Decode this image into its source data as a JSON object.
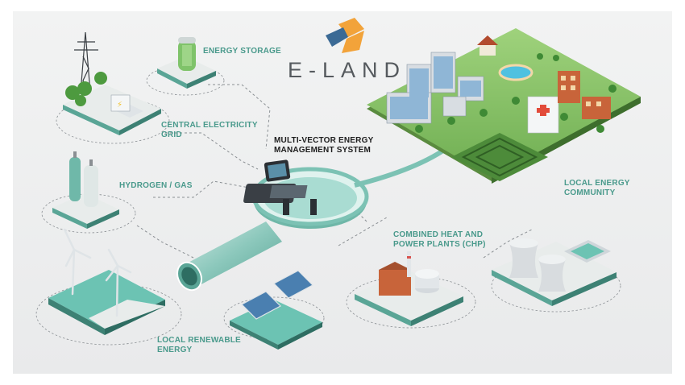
{
  "brand": {
    "name": "E-LAND"
  },
  "hub": {
    "label": "MULTI-VECTOR ENERGY\nMANAGEMENT SYSTEM"
  },
  "nodes": [
    {
      "id": "energy-storage",
      "label": "ENERGY STORAGE"
    },
    {
      "id": "central-grid",
      "label": "CENTRAL ELECTRICITY\nGRID"
    },
    {
      "id": "hydrogen-gas",
      "label": "HYDROGEN / GAS"
    },
    {
      "id": "renewable",
      "label": "LOCAL RENEWABLE\nENERGY"
    },
    {
      "id": "chp",
      "label": "COMBINED HEAT AND\nPOWER PLANTS (CHP)"
    },
    {
      "id": "community",
      "label": "LOCAL ENERGY\nCOMMUNITY"
    }
  ],
  "colors": {
    "teal": "#4a9a8c",
    "teal_light": "#8fd0c3",
    "logo_orange": "#f2a33a",
    "logo_blue": "#3b6a95"
  }
}
